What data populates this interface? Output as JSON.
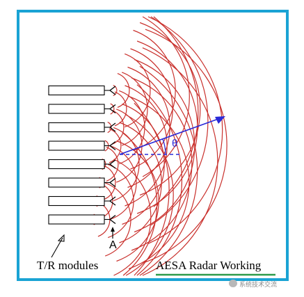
{
  "diagram": {
    "title": "AESA Radar Working",
    "modules_label": "T/R modules",
    "point_label": "A",
    "angle_label": "θ",
    "module_count": 8,
    "colors": {
      "frame": "#1aa3d4",
      "waves": "#c9302c",
      "beam_arrow": "#2a2ad8",
      "title_underline": "#2e9a4a"
    },
    "icons": [
      "antenna-element-icon",
      "arrow-up-icon"
    ]
  },
  "watermark": {
    "text": "系统技术交流"
  }
}
